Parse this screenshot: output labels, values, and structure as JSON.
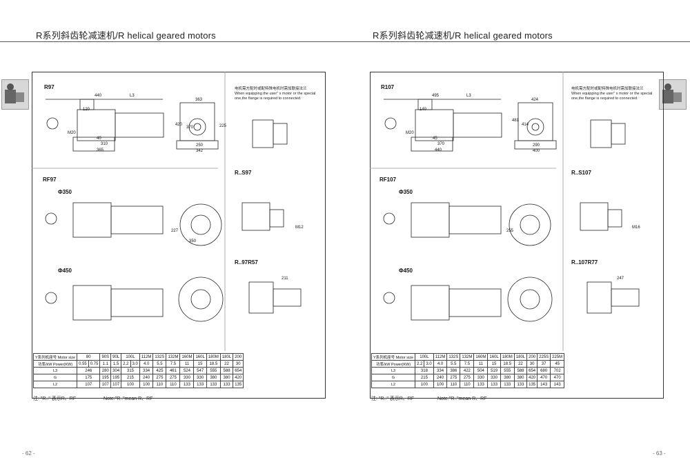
{
  "left": {
    "title": "R系列斜齿轮减速机/R helical geared motors",
    "models": {
      "main": "R97",
      "flange": "RF97",
      "flange_a": "Φ350",
      "flange_b": "Φ450",
      "side1": "R..S97",
      "side2": "R..97R57"
    },
    "note_cn": "电机需方配时或配特殊电机时需加联接法兰",
    "note_en": "When equipping the user'' s motor or the special one,the flange is required to connected.",
    "dims": {
      "d440": "440",
      "dL3": "L3",
      "d363": "363",
      "d420": "420",
      "d370": "370",
      "d225": "225",
      "d250": "250",
      "d342": "342",
      "d365": "365",
      "d310": "310",
      "d40": "40",
      "d120": "120",
      "dM20": "M20",
      "d350": "350",
      "d227": "227",
      "dM12": "M12",
      "d211": "211"
    },
    "table": {
      "rows": [
        {
          "head": "Y系列机座号 Motor size",
          "cells": [
            "80",
            "",
            "90S",
            "90L",
            "100L",
            "112M",
            "132S",
            "132M",
            "160M",
            "160L",
            "180M",
            "180L",
            "200"
          ]
        },
        {
          "head": "功率/kW Power(KW)",
          "cells": [
            "0.55",
            "0.75",
            "1.1",
            "1.5",
            "2.2",
            "3.0",
            "4.0",
            "5.5",
            "7.5",
            "11",
            "15",
            "18.5",
            "22",
            "30"
          ]
        },
        {
          "head": "L3",
          "cells": [
            "246",
            "280",
            "304",
            "315",
            "334",
            "425",
            "461",
            "524",
            "547",
            "555",
            "588",
            "654"
          ]
        },
        {
          "head": "G",
          "cells": [
            "175",
            "195",
            "195",
            "215",
            "240",
            "275",
            "275",
            "330",
            "330",
            "380",
            "380",
            "420"
          ]
        },
        {
          "head": "L2",
          "cells": [
            "107",
            "107",
            "107",
            "100",
            "100",
            "110",
            "110",
            "133",
            "133",
            "133",
            "133",
            "135"
          ]
        }
      ]
    },
    "footnote_cn": "注: \"R..\" 表示R、RF",
    "footnote_en": "Note:\"R..\"mean R、RF",
    "page_number": "- 62 -"
  },
  "right": {
    "title": "R系列斜齿轮减速机/R helical geared motors",
    "models": {
      "main": "R107",
      "flange": "RF107",
      "flange_a": "Φ350",
      "flange_b": "Φ450",
      "side1": "R..S107",
      "side2": "R..107R77"
    },
    "note_cn": "电机需方配时或配特殊电机时需加联接法兰",
    "note_en": "When equipping the user'' s motor or the special one,the flange is required to connected.",
    "dims": {
      "d495": "495",
      "dL3": "L3",
      "d424": "424",
      "d481": "481",
      "d414": "414",
      "d290": "290",
      "d400": "400",
      "d440": "440",
      "d370": "370",
      "d45": "45",
      "d140": "140",
      "dM20": "M20",
      "d255": "255",
      "dM16": "M16",
      "d247": "247"
    },
    "table": {
      "rows": [
        {
          "head": "Y系列机座号 Motor size",
          "cells": [
            "100L",
            "112M",
            "132S",
            "132M",
            "160M",
            "160L",
            "180M",
            "180L",
            "200",
            "225S",
            "225M"
          ]
        },
        {
          "head": "功率/kW Power(KW)",
          "cells": [
            "2.2",
            "3.0",
            "4.0",
            "5.5",
            "7.5",
            "11",
            "15",
            "18.5",
            "22",
            "30",
            "37",
            "45"
          ]
        },
        {
          "head": "L3",
          "cells": [
            "318",
            "334",
            "386",
            "422",
            "504",
            "519",
            "555",
            "588",
            "654",
            "680",
            "702"
          ]
        },
        {
          "head": "G",
          "cells": [
            "215",
            "240",
            "275",
            "275",
            "330",
            "330",
            "380",
            "380",
            "420",
            "470",
            "470"
          ]
        },
        {
          "head": "L2",
          "cells": [
            "100",
            "100",
            "110",
            "110",
            "133",
            "133",
            "133",
            "133",
            "135",
            "143",
            "143"
          ]
        }
      ]
    },
    "footnote_cn": "注: \"R..\" 表示R、RF",
    "footnote_en": "Note:\"R..\"mean R、RF",
    "page_number": "- 63 -"
  }
}
